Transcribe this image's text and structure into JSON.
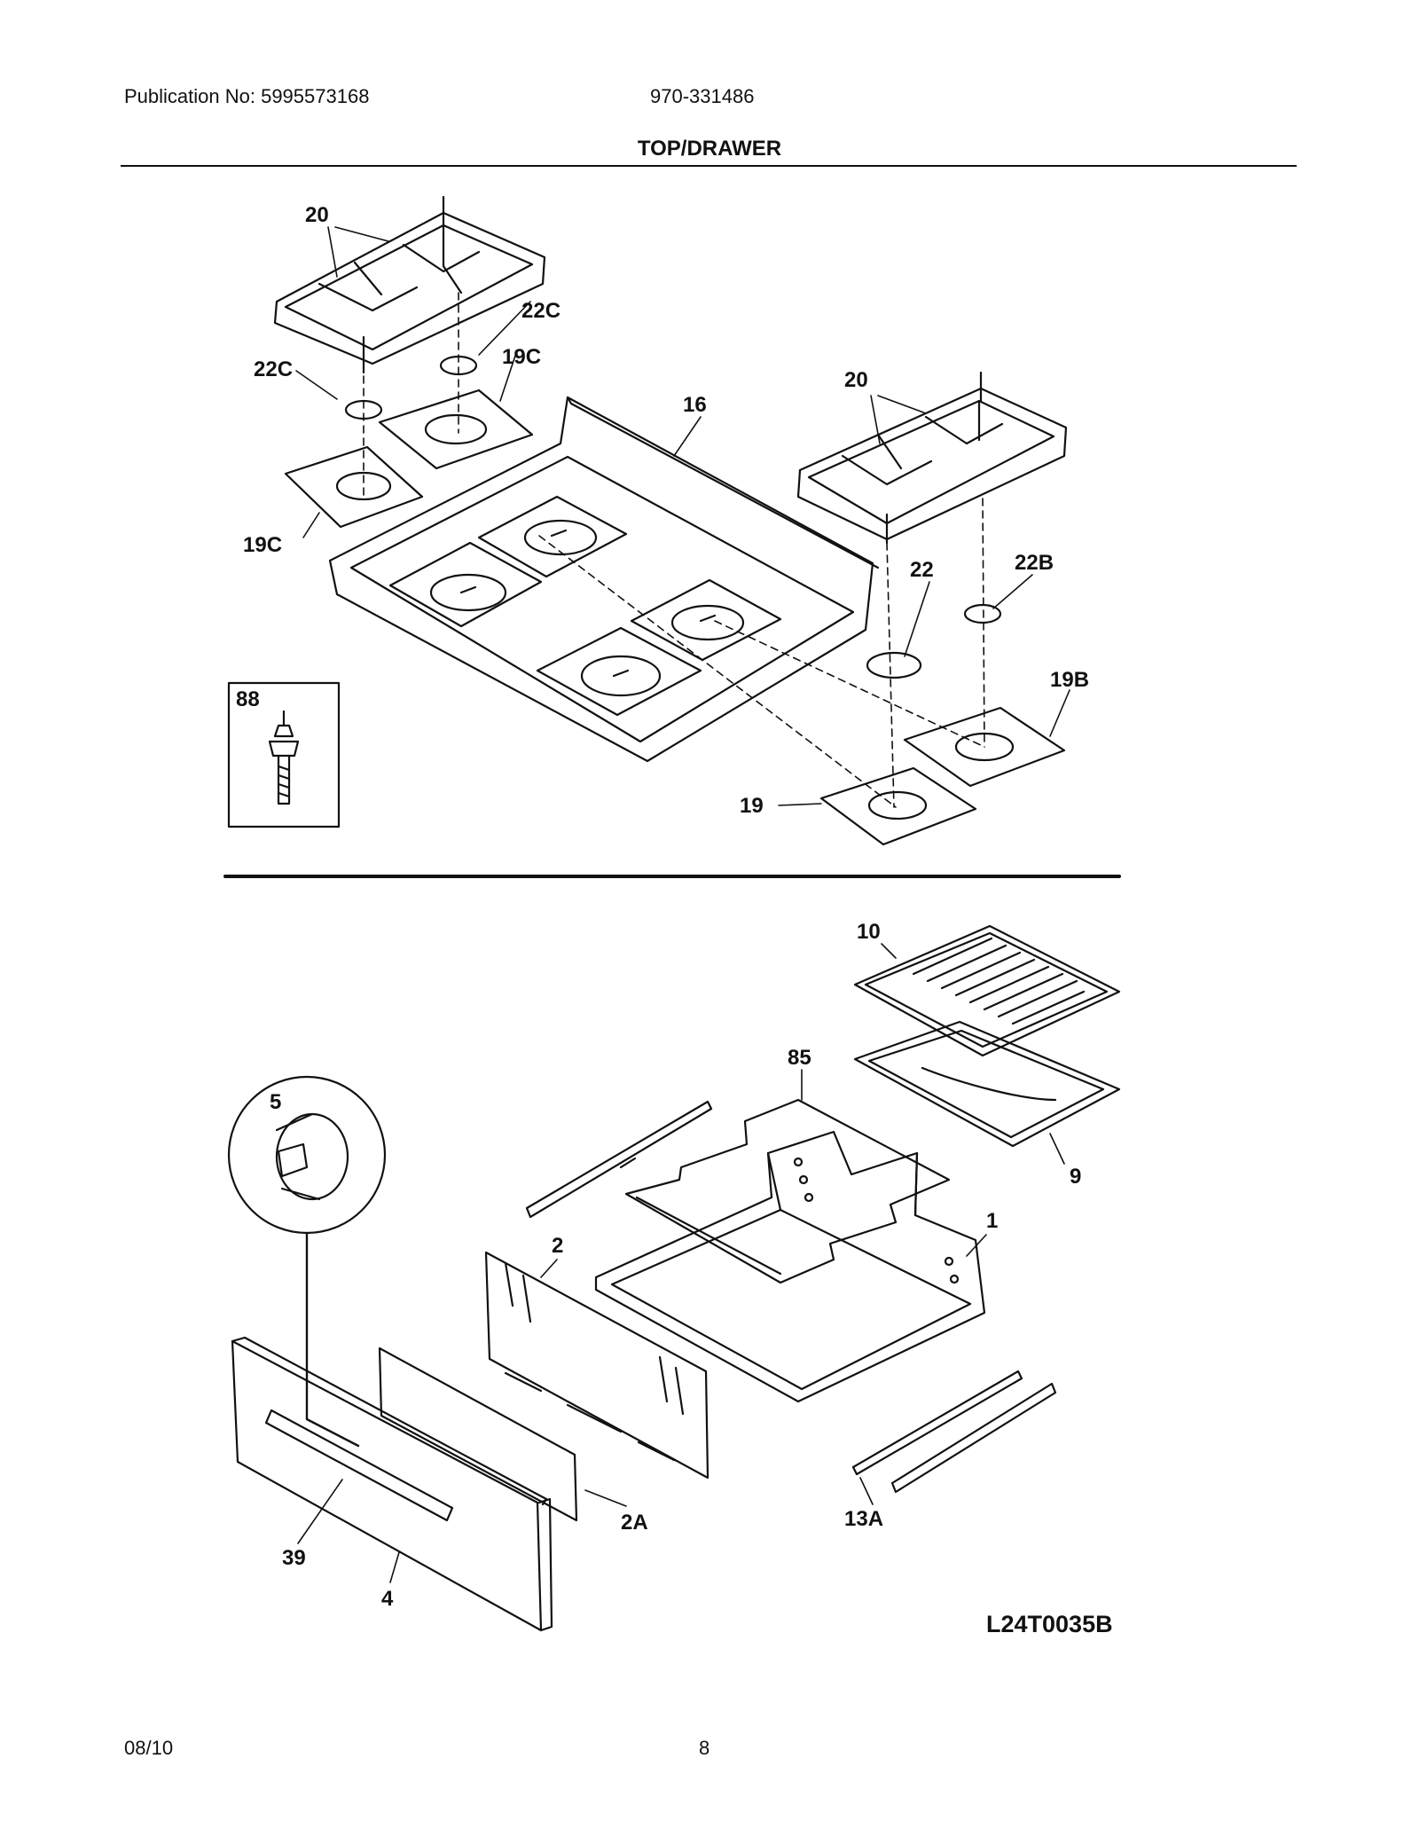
{
  "header": {
    "publication": "Publication No: 5995573168",
    "model": "970-331486",
    "section_title": "TOP/DRAWER"
  },
  "footer": {
    "date": "08/10",
    "page": "8"
  },
  "diagram_id": "L24T0035B",
  "callouts": {
    "c20a": "20",
    "c22c_r": "22C",
    "c22c_l": "22C",
    "c19c_r": "19C",
    "c19c_l": "19C",
    "c16": "16",
    "c20b": "20",
    "c22": "22",
    "c22b": "22B",
    "c19b": "19B",
    "c19": "19",
    "c88": "88",
    "c10": "10",
    "c85": "85",
    "c5": "5",
    "c9": "9",
    "c2": "2",
    "c1": "1",
    "c2a": "2A",
    "c13a": "13A",
    "c39": "39",
    "c4": "4"
  }
}
